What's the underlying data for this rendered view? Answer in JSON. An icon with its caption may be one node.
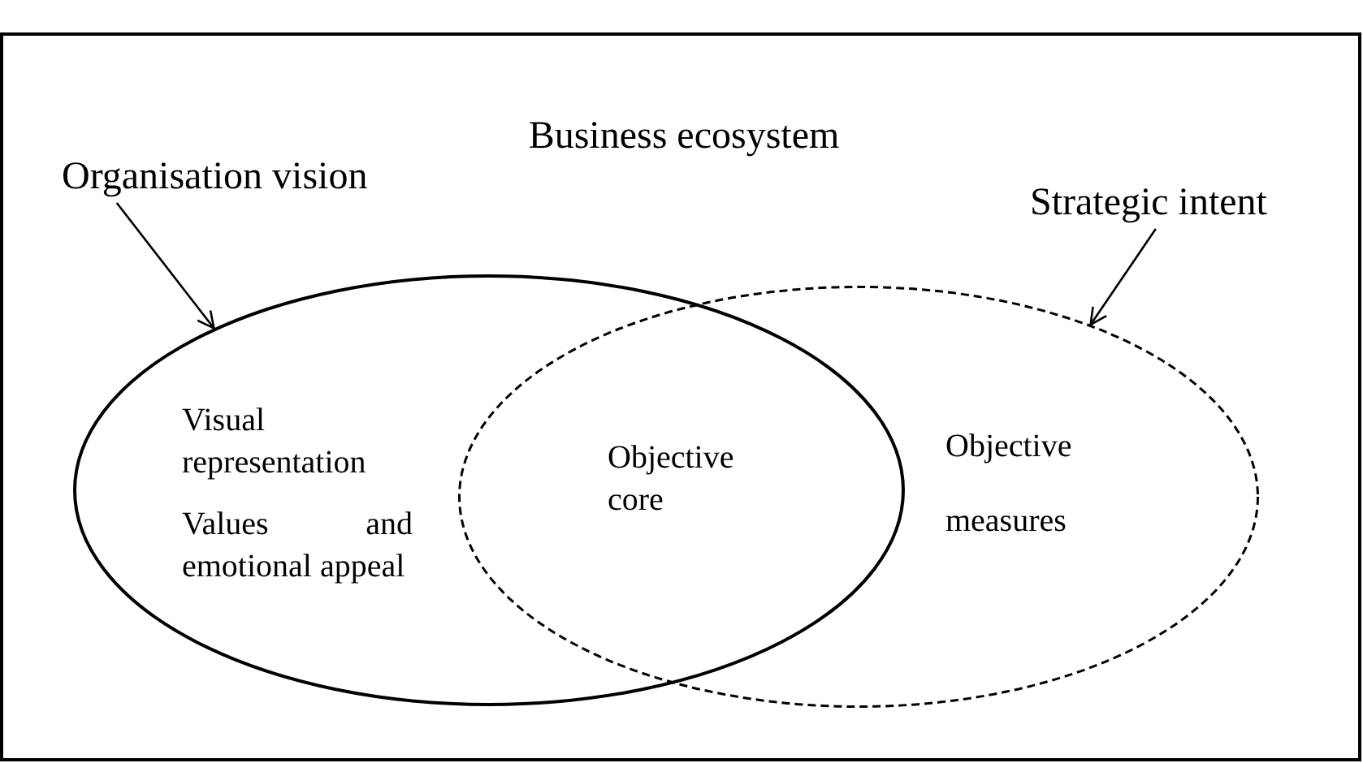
{
  "diagram": {
    "nodes": [
      {
        "text": [
          "Business ecosystem"
        ]
      },
      {
        "text": [
          "Organisation vision"
        ],
        "in": 0
      },
      {
        "text": [
          "Strategic intent"
        ],
        "in": 0
      },
      {
        "text": [
          "Visual representation",
          "Values and emotional appeal"
        ],
        "in": 0
      },
      {
        "text": [
          "Objective measures"
        ],
        "in": 0
      }
    ],
    "edges": [
      {
        "from": 1,
        "to": 3,
        "arrow": "to"
      },
      {
        "from": 2,
        "to": 4,
        "arrow": "to"
      }
    ],
    "labels": [
      "Objective core"
    ]
  }
}
